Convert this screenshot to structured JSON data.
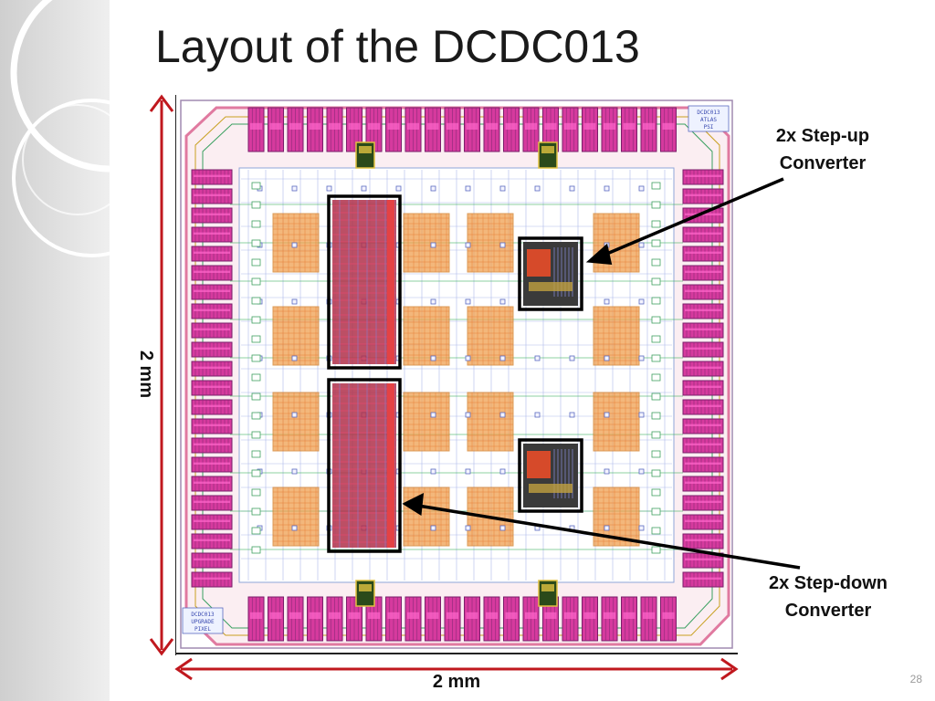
{
  "slide": {
    "title": "Layout of the DCDC013",
    "page_number": "28"
  },
  "dimensions": {
    "height_label": "2 mm",
    "width_label": "2 mm",
    "arrow_color": "#c0181e"
  },
  "annotations": {
    "step_up": {
      "line1": "2x Step-up",
      "line2": "Converter"
    },
    "step_down": {
      "line1": "2x Step-down",
      "line2": "Converter"
    }
  },
  "chip_text": {
    "top_right_logo": [
      "DCDC013",
      "ATLAS",
      "PSI"
    ],
    "bottom_left_logo": [
      "DCDC013",
      "UPGRADE",
      "PIXEL"
    ]
  },
  "colors": {
    "pad_magenta": "#d63a9e",
    "pad_dark": "#7a1e6a",
    "power_orange": "#f0a050",
    "highlight_box": "#000000"
  }
}
